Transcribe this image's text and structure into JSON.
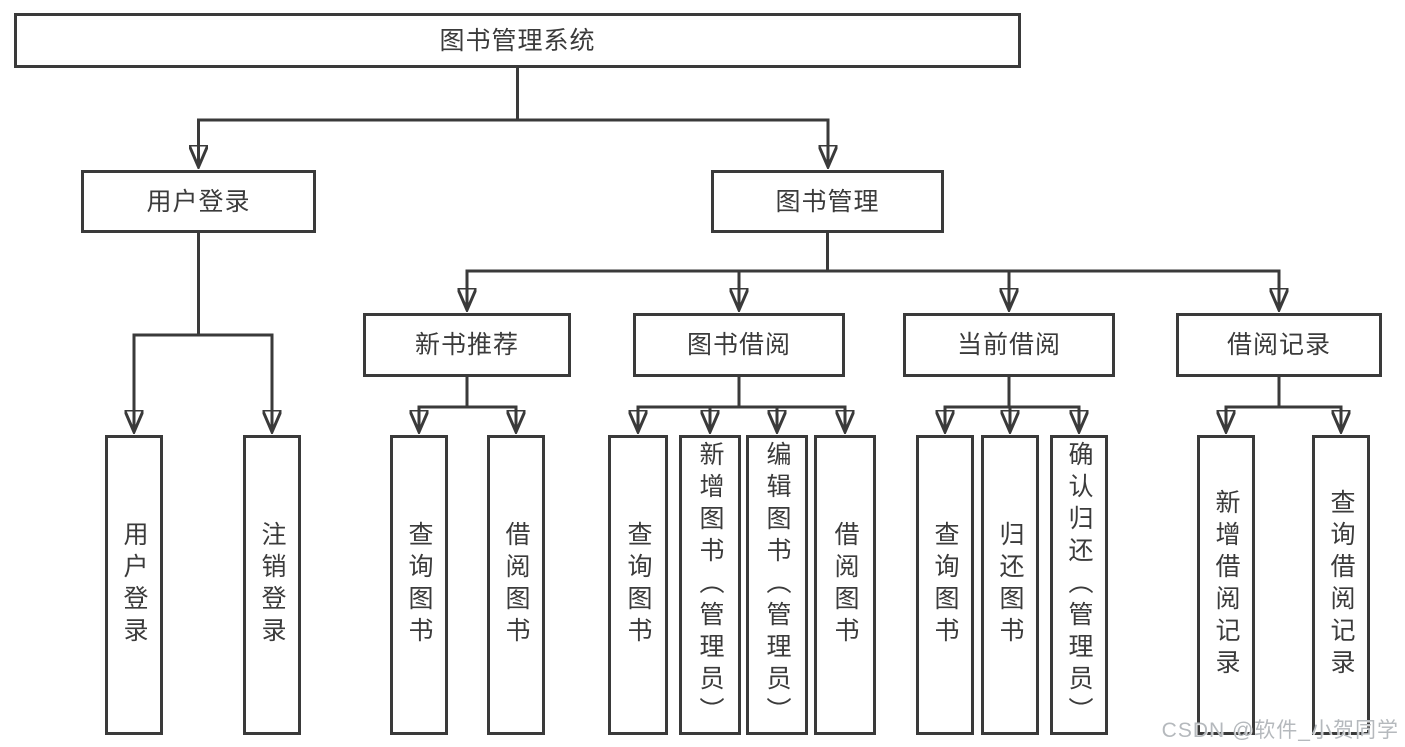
{
  "diagram": {
    "root": "图书管理系统",
    "level2": {
      "user_login": "用户登录",
      "book_management": "图书管理"
    },
    "level3": {
      "new_book_recommend": "新书推荐",
      "book_borrowing": "图书借阅",
      "current_borrowing": "当前借阅",
      "borrowing_records": "借阅记录"
    },
    "leaves": {
      "user_login": [
        "用户登录",
        "注销登录"
      ],
      "new_book_recommend": [
        "查询图书",
        "借阅图书"
      ],
      "book_borrowing": [
        "查询图书",
        "新增图书（管理员）",
        "编辑图书（管理员）",
        "借阅图书"
      ],
      "current_borrowing": [
        "查询图书",
        "归还图书",
        "确认归还（管理员）"
      ],
      "borrowing_records": [
        "新增借阅记录",
        "查询借阅记录"
      ]
    }
  },
  "watermark": "CSDN @软件_小贺同学",
  "colors": {
    "line": "#3a3a3a",
    "text": "#3b3b3b",
    "watermark": "#b5b9bd",
    "background": "#ffffff"
  }
}
